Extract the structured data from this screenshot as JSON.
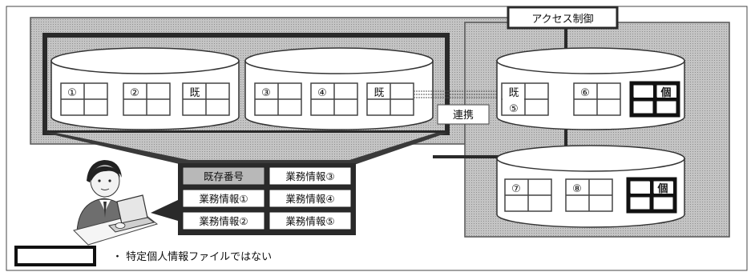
{
  "access_control_label": "アクセス制御",
  "link_label": "連携",
  "legend_text": "・ 特定個人情報ファイルではない",
  "databases": [
    {
      "id": "db-1",
      "cells": [
        "①",
        "②",
        "既"
      ]
    },
    {
      "id": "db-2",
      "cells": [
        "③",
        "④",
        "既"
      ]
    },
    {
      "id": "db-3",
      "cells": [
        "既⑤",
        "⑥",
        "個"
      ]
    },
    {
      "id": "db-4",
      "cells": [
        "⑦",
        "⑧",
        "個"
      ]
    }
  ],
  "info_boxes": {
    "left": [
      "既存番号",
      "業務情報①",
      "業務情報②"
    ],
    "right": [
      "業務情報③",
      "業務情報④",
      "業務情報⑤"
    ]
  },
  "colors": {
    "shade": "#b5b5b5",
    "frame": "#2a2a2a",
    "label_fill": "#ffffff"
  }
}
